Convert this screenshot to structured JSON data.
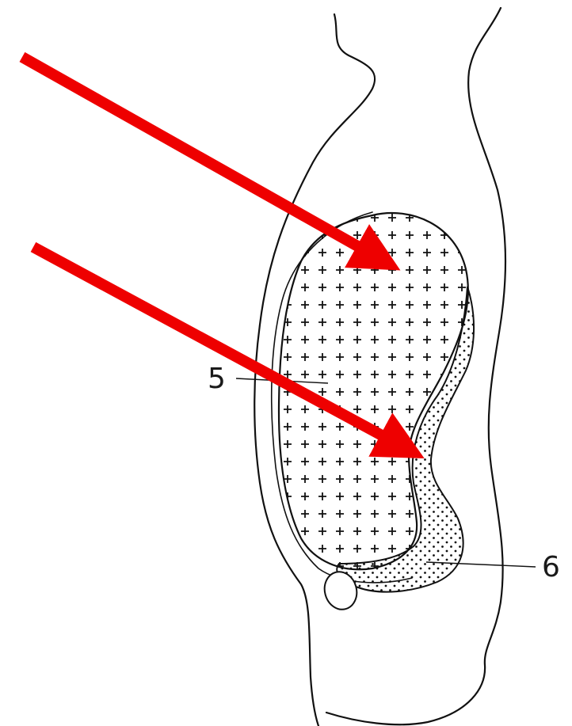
{
  "labels": {
    "label_5": "5",
    "label_6": "6"
  },
  "colors": {
    "outline": "#111111",
    "arrow": "#ee0000",
    "cross_pattern": "#111111",
    "dot_pattern": "#111111",
    "background": "#ffffff"
  },
  "arrows": {
    "count": 2
  }
}
